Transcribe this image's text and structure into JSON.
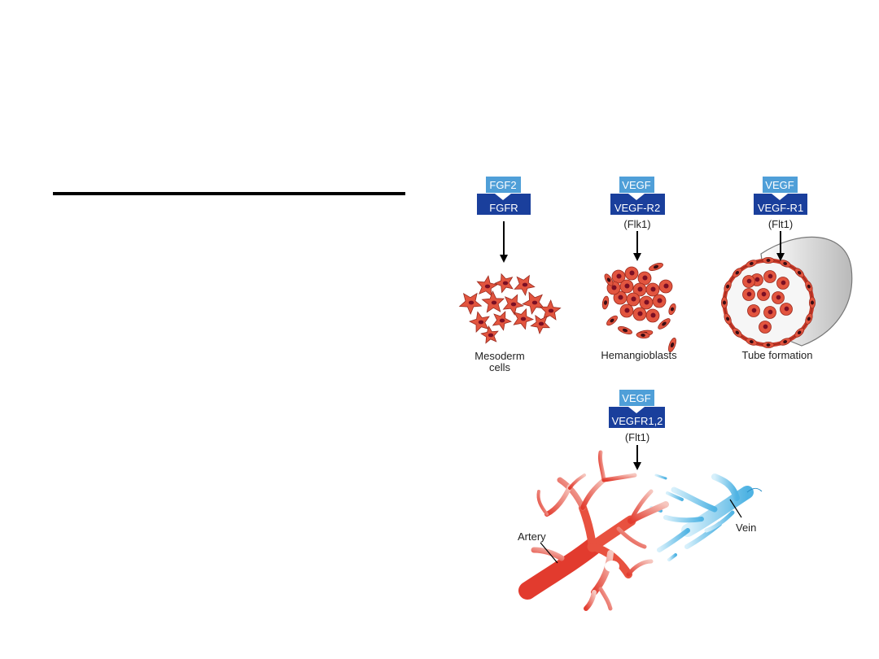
{
  "colors": {
    "ligand_box": "#4f9fd8",
    "receptor_box": "#1a3f9c",
    "cell_fill": "#e2553f",
    "cell_stroke": "#9a2a1e",
    "nucleus": "#7a0f24",
    "artery": "#e4473a",
    "vein": "#57b9e6"
  },
  "panels": [
    {
      "ligand": "FGF2",
      "receptor": "FGFR",
      "subtitle": "",
      "caption": [
        "Mesoderm",
        "cells"
      ]
    },
    {
      "ligand": "VEGF",
      "receptor": "VEGF-R2",
      "subtitle": "(Flk1)",
      "caption": [
        "Hemangioblasts"
      ]
    },
    {
      "ligand": "VEGF",
      "receptor": "VEGF-R1",
      "subtitle": "(Flt1)",
      "caption": [
        "Tube formation"
      ]
    },
    {
      "ligand": "VEGF",
      "receptor": "VEGFR1,2",
      "subtitle": "(Flt1)",
      "caption": []
    }
  ],
  "vessels": {
    "artery_label": "Artery",
    "vein_label": "Vein"
  }
}
